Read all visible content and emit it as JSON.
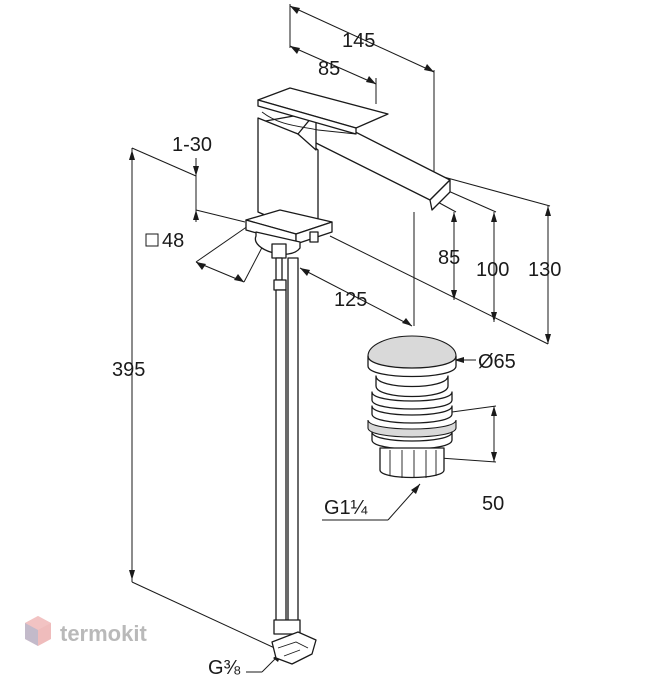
{
  "dimensions": {
    "overall_depth": "145",
    "handle_length": "85",
    "deck_thickness": "1-30",
    "base_square": "48",
    "spout_reach": "125",
    "spout_height": "85",
    "spout_top_height": "100",
    "overall_height": "130",
    "hose_length": "395",
    "waste_diameter": "Ø65",
    "waste_height": "50",
    "waste_thread": "G1¼",
    "hose_thread": "G⅜"
  },
  "icons": {
    "square": "square-symbol-icon",
    "logo": "termokit-cube-icon"
  },
  "watermark": {
    "text": "termokit",
    "color": "#b9b9b9",
    "accent": "#e8a0a0"
  },
  "colors": {
    "line": "#1a1a1a",
    "shade": "#d9d9d9"
  }
}
